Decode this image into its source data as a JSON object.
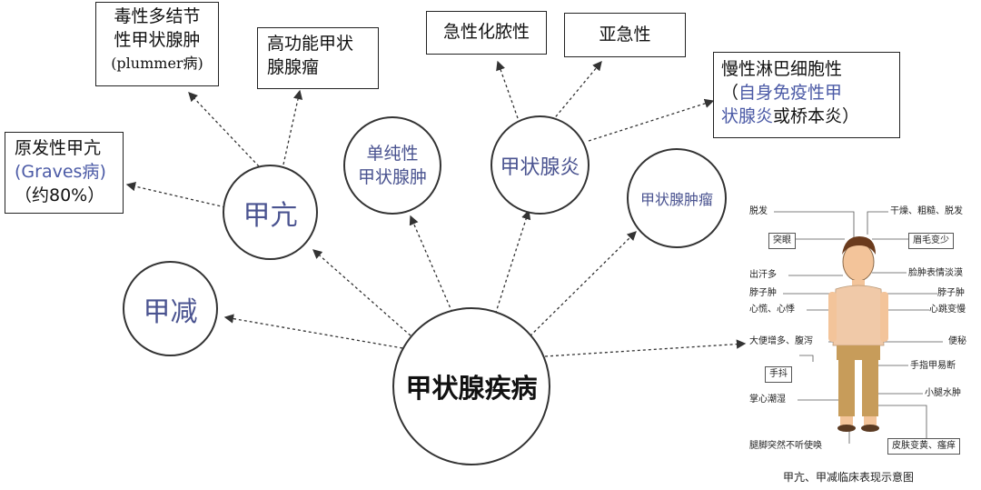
{
  "center": {
    "label": "甲状腺疾病"
  },
  "circles": {
    "hyper": "甲亢",
    "hypo": "甲减",
    "simple_line1": "单纯性",
    "simple_line2": "甲状腺肿",
    "thyroiditis": "甲状腺炎",
    "tumor": "甲状腺肿瘤"
  },
  "boxes": {
    "graves": {
      "line1": "原发性甲亢",
      "line2a": "(",
      "line2b": "Graves病",
      "line2c": ")",
      "line3": "（约80%）"
    },
    "plummer": {
      "line1": "毒性多结节",
      "line2": "性甲状腺肿",
      "line3": "(plummer病)"
    },
    "adenoma": {
      "line1": "高功能甲状",
      "line2": "腺腺瘤"
    },
    "suppurative": {
      "line1": "急性化脓性"
    },
    "subacute": {
      "line1": "亚急性"
    },
    "chronic": {
      "line1": "慢性淋巴细胞性",
      "line2a": "（",
      "line2b": "自身免疫性甲",
      "line3a": "状腺炎",
      "line3b": "或桥本炎）"
    }
  },
  "figure": {
    "left_labels": [
      "脱发",
      "突眼",
      "出汗多",
      "脖子肿",
      "心慌、心悸",
      "大便增多、腹泻",
      "手抖",
      "掌心潮湿",
      "腿脚突然不听使唤"
    ],
    "right_labels": [
      "干燥、粗糙、脱发",
      "眉毛变少",
      "脸肿表情淡漠",
      "脖子肿",
      "心跳变慢",
      "便秘",
      "手指甲易断",
      "小腿水肿",
      "皮肤变黄、瘙痒"
    ],
    "caption": "甲亢、甲减临床表现示意图"
  }
}
